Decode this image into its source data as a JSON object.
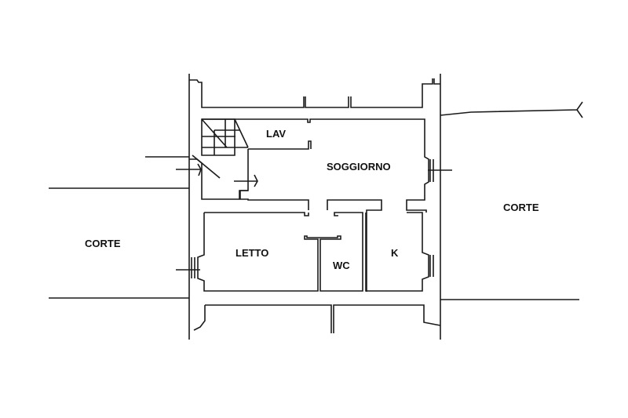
{
  "title": "Floor plan",
  "rooms": {
    "lav": "LAV",
    "soggiorno": "SOGGIORNO",
    "letto": "LETTO",
    "wc": "WC",
    "k": "K",
    "corte_left": "CORTE",
    "corte_right": "CORTE"
  }
}
